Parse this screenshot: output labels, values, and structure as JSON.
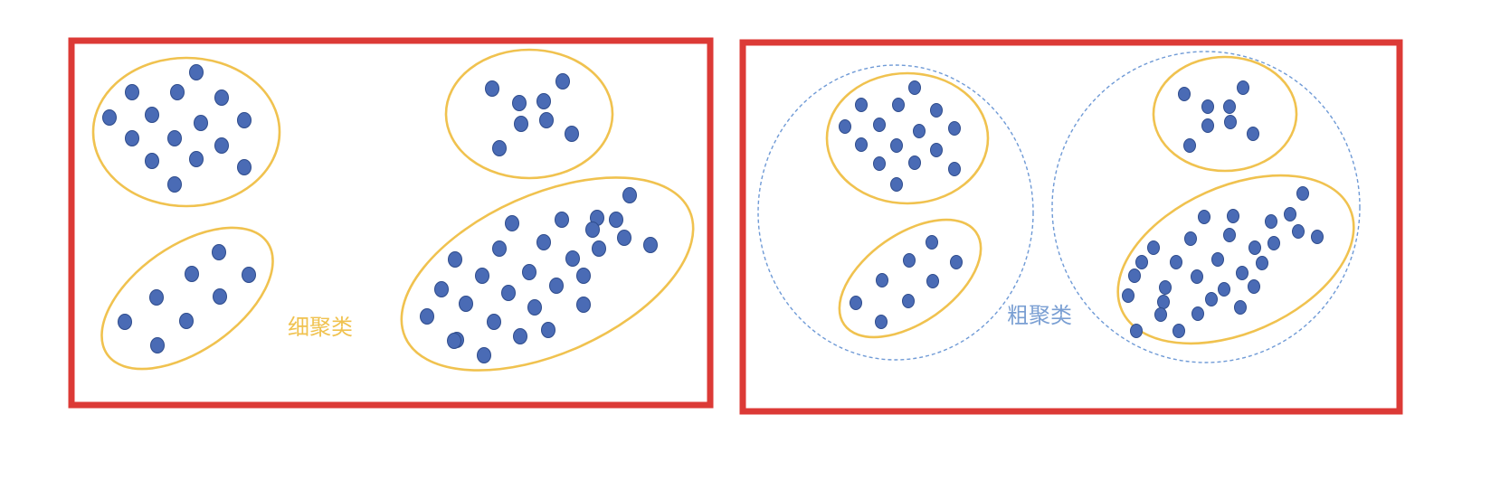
{
  "panels": [
    {
      "id": "fine",
      "caption": "细聚类",
      "caption_color": "#f0c24f"
    },
    {
      "id": "coarse",
      "caption": "粗聚类",
      "caption_color": "#7a9fd3"
    }
  ],
  "colors": {
    "frame": "#dc3a36",
    "cluster_outline": "#f0c24f",
    "group_outline": "#6f9ad6",
    "point": "#4a6bb5"
  }
}
